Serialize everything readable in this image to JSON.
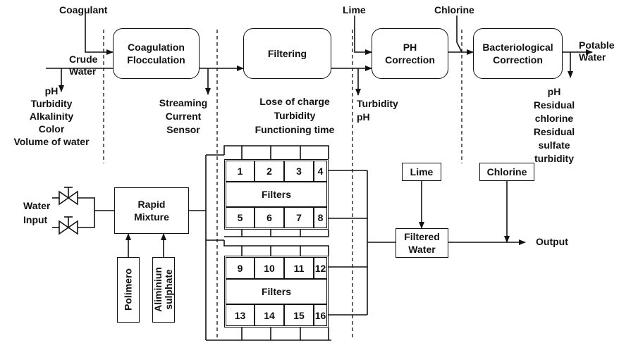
{
  "process": {
    "coagulant": "Coagulant",
    "crude_water": "Crude\nWater",
    "coagulation": "Coagulation\nFlocculation",
    "filtering": "Filtering",
    "lime": "Lime",
    "ph_correction": "PH\nCorrection",
    "chlorine": "Chlorine",
    "bacteriological": "Bacteriological\nCorrection",
    "potable_water": "Potable\nWater"
  },
  "measures": {
    "crude": "pH\nTurbidity\nAlkalinity\nColor\nVolume of water",
    "streaming": "Streaming\nCurrent\nSensor",
    "filtering": "Lose of charge\nTurbidity\nFunctioning  time",
    "ph_corr": "Turbidity\npH",
    "bacteriological": "pH\nResidual chlorine\nResidual sulfate\nturbidity"
  },
  "plant": {
    "water_input": "Water\nInput",
    "rapid_mixture": "Rapid\nMixture",
    "polimero": "Polimero",
    "aluminium": "Aliminiun\nsulphate",
    "filters_label": "Filters",
    "filters_top": [
      "1",
      "2",
      "3",
      "4"
    ],
    "filters_mid": [
      "5",
      "6",
      "7",
      "8"
    ],
    "filters_bank2_top": [
      "9",
      "10",
      "11",
      "12"
    ],
    "filters_bank2_bottom": [
      "13",
      "14",
      "15",
      "16"
    ],
    "lime": "Lime",
    "chlorine": "Chlorine",
    "filtered_water": "Filtered\nWater",
    "output": "Output"
  }
}
